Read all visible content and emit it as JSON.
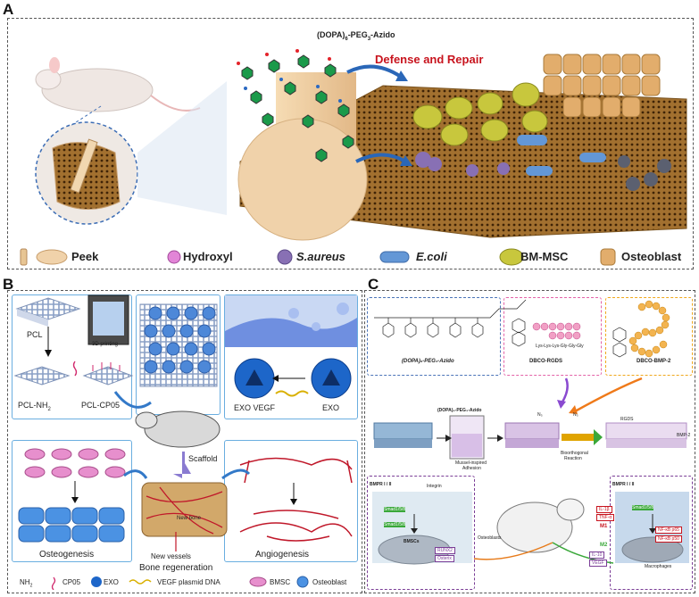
{
  "panels": {
    "a": "A",
    "b": "B",
    "c": "C"
  },
  "panel_a": {
    "coating_label_main": "(DOPA)",
    "coating_label_sub1": "6",
    "coating_label_mid": "-PEG",
    "coating_label_sub2": "3",
    "coating_label_end": "-Azido",
    "defense_label": "Defense and Repair",
    "legend": [
      {
        "label": "Peek",
        "italic": false
      },
      {
        "label": "Hydroxyl",
        "italic": false
      },
      {
        "label": "S.aureus",
        "italic": true
      },
      {
        "label": "E.coli",
        "italic": true
      },
      {
        "label": "BM-MSC",
        "italic": false
      },
      {
        "label": "Osteoblast",
        "italic": false
      }
    ]
  },
  "panel_b": {
    "pcl": "PCL",
    "printing": "3D printing",
    "pcl_nh2": "PCL-NH",
    "pcl_nh2_sub": "2",
    "pcl_cp05": "PCL-CP05",
    "exo_vegf": "EXO VEGF",
    "exo": "EXO",
    "scaffold": "Scaffold",
    "new_bone": "New bone",
    "new_vessels": "New vessels",
    "osteogenesis": "Osteogenesis",
    "bone_regeneration": "Bone regeneration",
    "angiogenesis": "Angiogenesis",
    "legend": [
      "NH",
      "CP05",
      "EXO",
      "VEGF plasmid DNA",
      "BMSC",
      "Osteoblast"
    ],
    "legend_nh_sub": "2"
  },
  "panel_c": {
    "mol1": "(DOPA)₆-PEG₃-Azido",
    "mol2": "DBCO-RGDS",
    "mol3": "DBCO-BMP-2",
    "coating_title": "(DOPA)₆-PEG₃-Azido",
    "mussel": "Mussel-inspired",
    "adhesion": "Adhesion",
    "bioorth": "Bioorthogonal",
    "reaction": "Reaction",
    "rgds_tag": "RGDS",
    "bmp_tag": "BMP-2",
    "n3_a": "N₃",
    "n3_b": "N₃",
    "bmpr_left": "BMPR I / II",
    "integrin": "Integrin",
    "smad_a": "Smad1/5/8",
    "smad_b": "Smad1/5/8",
    "bmscs": "BMSCs",
    "runx2": "RUNX2",
    "osterix": "Osterix",
    "osteoblasts": "Osteoblasts",
    "bmpr_right": "BMPR I / II",
    "smad_r": "Smad1/5/8",
    "nfkb1": "NF-κB p65",
    "nfkb2": "NF-κB p50",
    "il1b": "IL-1β",
    "tnfa": "TNF-α",
    "m1": "M1",
    "m2": "M2",
    "il10": "IL-10",
    "vegf": "VEGF",
    "macrophages": "Macrophages",
    "mol_peptide": "Lys-Lys-Lys-Gly-Gly-Gly"
  },
  "colors": {
    "defense_red": "#c8141e",
    "box_blue": "#4b74b8",
    "box_pink": "#e463a8",
    "box_orange": "#f0a81c",
    "box_purple": "#7a3d96",
    "box_green": "#3a9a3a",
    "peek_tan": "#f0d2aa"
  }
}
